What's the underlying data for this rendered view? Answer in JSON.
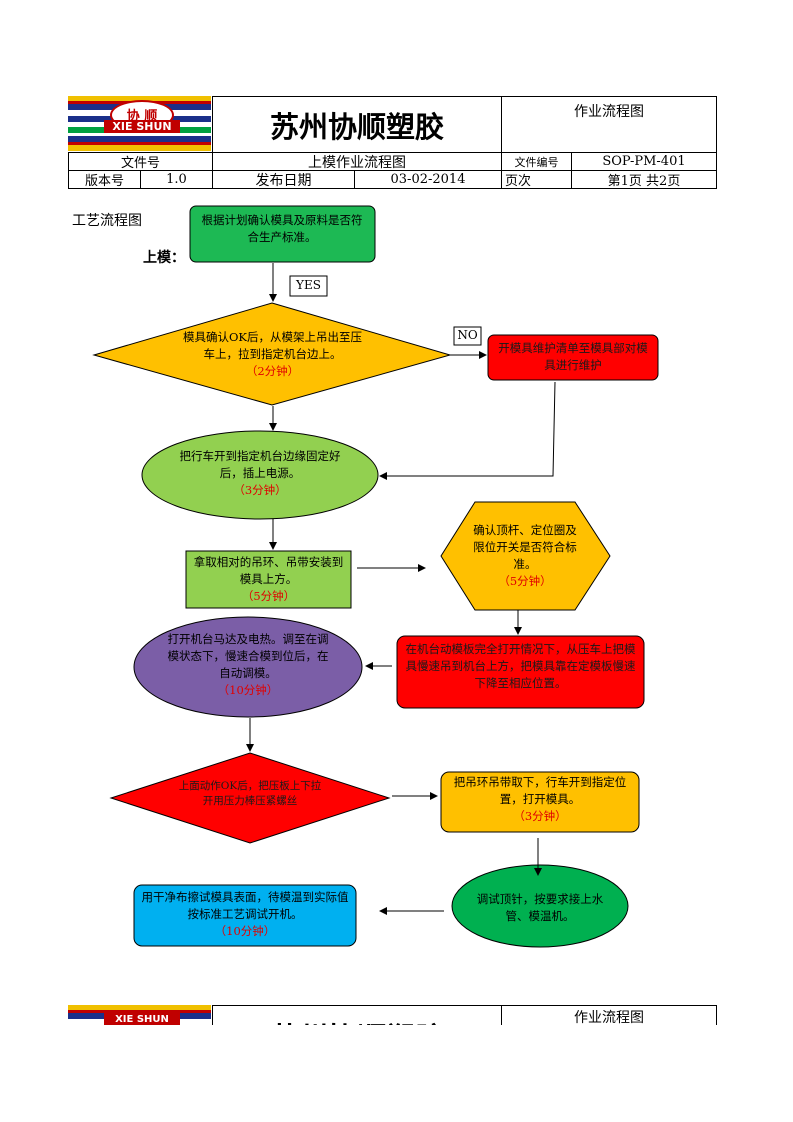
{
  "header": {
    "logo_text_top": "协 顺",
    "logo_text_band": "XIE SHUN",
    "company": "苏州协顺塑胶",
    "doc_type": "作业流程图",
    "row1": {
      "label_file": "文件号",
      "title": "上模作业流程图",
      "label_code": "文件编号",
      "code": "SOP-PM-401"
    },
    "row2": {
      "label_version": "版本号",
      "version": "1.0",
      "label_date": "发布日期",
      "date": "03-02-2014",
      "label_page": "页次",
      "page": "第1页 共2页"
    }
  },
  "section": {
    "label": "工艺流程图",
    "sub": "上模："
  },
  "flow": {
    "start": {
      "text": "根据计划确认模具及原料是否符合生产标准。"
    },
    "yes": "YES",
    "no": "NO",
    "step2": {
      "text": "模具确认OK后，从模架上吊出至压车上，拉到指定机台边上。",
      "time": "（2分钟）"
    },
    "step_repair": {
      "text": "开模具维护清单至模具部对模具进行维护"
    },
    "step3": {
      "text": "把行车开到指定机台边缘固定好后，插上电源。",
      "time": "（3分钟）"
    },
    "step4": {
      "text": "拿取相对的吊环、吊带安装到模具上方。",
      "time": "（5分钟）"
    },
    "step5": {
      "text": "确认顶杆、定位圈及限位开关是否符合标准。",
      "time": "（5分钟）"
    },
    "step6": {
      "text": "在机台动模板完全打开情况下，从压车上把模具慢速吊到机台上方，把模具靠在定模板慢速下降至相应位置。"
    },
    "step7": {
      "text": "打开机台马达及电热。调至在调模状态下，慢速合模到位后，在自动调模。",
      "time": "（10分钟）"
    },
    "step8": {
      "text": "上面动作OK后，把压板上下拉开用压力棒压紧螺丝"
    },
    "step9": {
      "text": "把吊环吊带取下，行车开到指定位置，打开模具。",
      "time": "（3分钟）"
    },
    "step10": {
      "text": "调试顶针，按要求接上水管、模温机。"
    },
    "step11": {
      "text": "用干净布擦试模具表面，待模温到实际值按标准工艺调试开机。",
      "time": "（10分钟）"
    }
  },
  "footer_header": {
    "logo_text_band": "XIE SHUN",
    "company": "苏州协顺塑胶",
    "doc_type": "作业流程图"
  },
  "colors": {
    "green": "#1db954",
    "orange": "#ffc000",
    "red": "#ff0000",
    "lightgreen": "#92d050",
    "purple": "#7b5ea7",
    "blue": "#00b0f0",
    "darkgreen": "#00b050"
  }
}
